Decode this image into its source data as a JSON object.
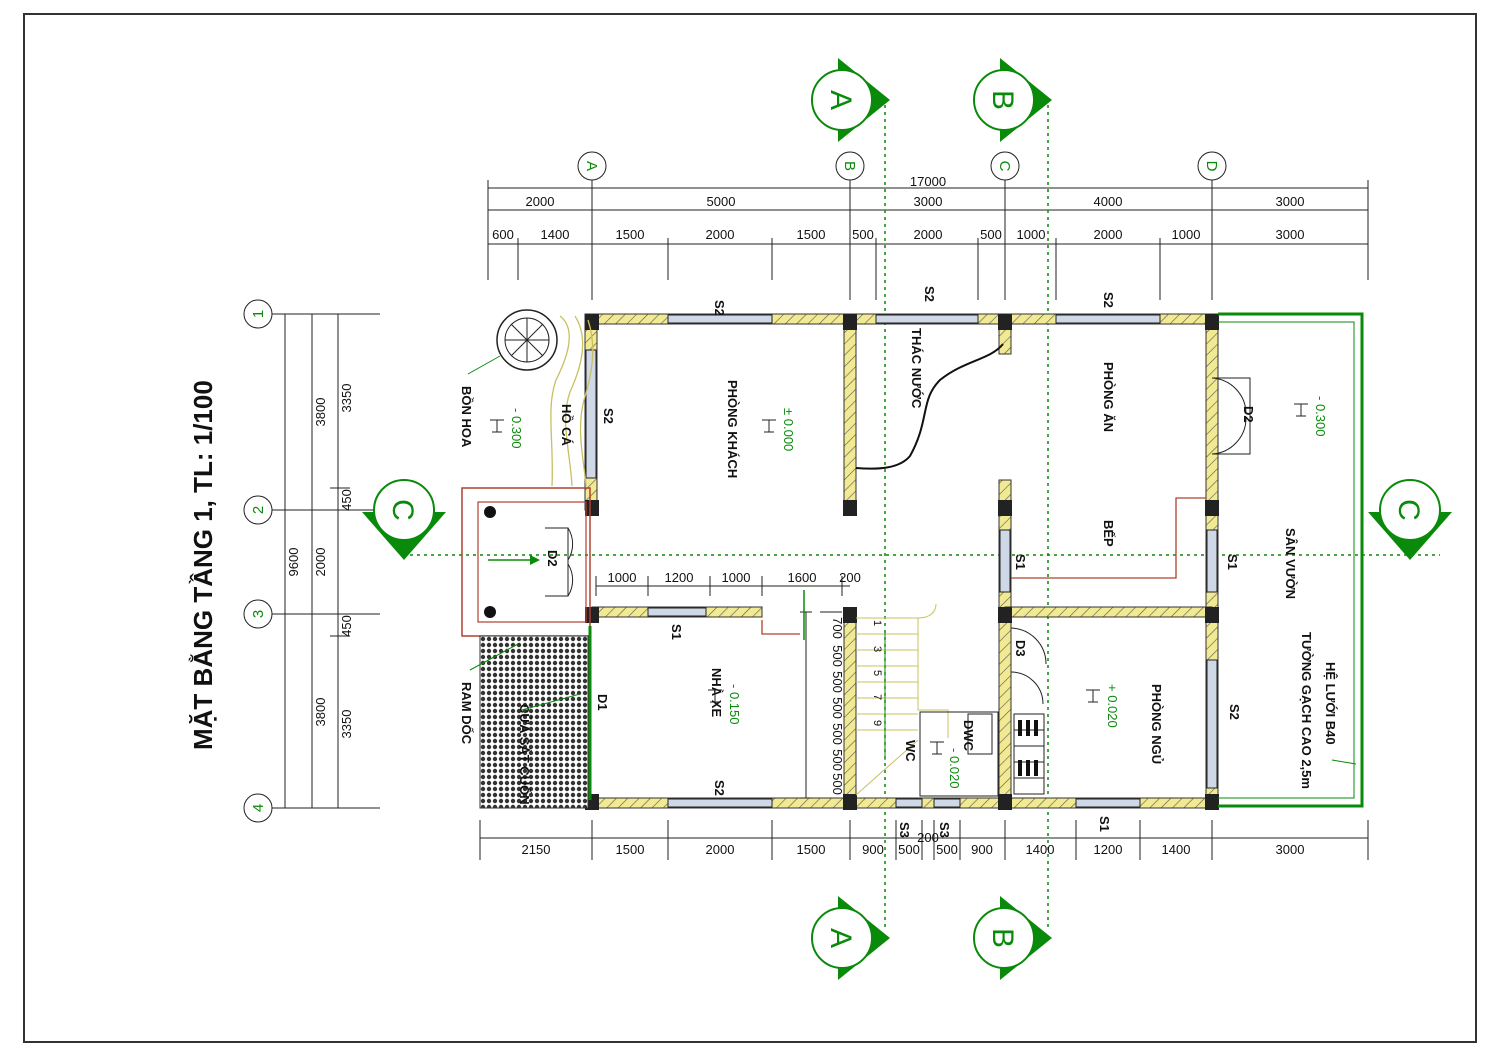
{
  "title": "MẶT BẰNG TẦNG 1, TL: 1/100",
  "grid_cols": [
    "A",
    "B",
    "C",
    "D"
  ],
  "grid_rows": [
    "1",
    "2",
    "3",
    "4"
  ],
  "section_marks": {
    "a": "A",
    "b": "B",
    "c": "C"
  },
  "top_dims": {
    "total": "17000",
    "row1": [
      "2000",
      "5000",
      "3000",
      "4000",
      "3000"
    ],
    "row2": [
      "600",
      "1400",
      "1500",
      "2000",
      "1500",
      "500",
      "2000",
      "500",
      "1000",
      "2000",
      "1000",
      "3000"
    ]
  },
  "bottom_dims": [
    "2150",
    "1500",
    "2000",
    "1500",
    "900",
    "500",
    "200",
    "500",
    "900",
    "1400",
    "1200",
    "1400",
    "3000"
  ],
  "left_dims": {
    "total": "9600",
    "outer": [
      "3800",
      "2000",
      "3800"
    ],
    "inner": [
      "3350",
      "450",
      "450",
      "3350"
    ]
  },
  "inner_dims": [
    "1000",
    "1200",
    "1000",
    "1600",
    "200"
  ],
  "stair_dims": [
    "700",
    "500",
    "500",
    "500",
    "500",
    "500",
    "500"
  ],
  "stair_steps": [
    "1",
    "3",
    "5",
    "7",
    "9"
  ],
  "rooms": {
    "phong_khach": "PHÒNG KHÁCH",
    "thac_nuoc": "THÁC NƯỚC",
    "phong_an": "PHÒNG ĂN",
    "bep": "BẾP",
    "nha_xe": "NHÀ XE",
    "phong_ngu": "PHÒNG NGỦ",
    "san_vuon": "SÂN VƯỜN",
    "wc": "WC",
    "dwc": "DWC",
    "ho_ca": "HỒ CÁ",
    "bon_hoa": "BỒN HOA",
    "ram_doc": "RAM DỐC",
    "cua_sat_cuon": "CỬA SẮT CUỐN"
  },
  "notes": {
    "he_luoi": "HỆ LƯỚI B40",
    "tuong_gach": "TƯỜNG GẠCH CAO 2,5m"
  },
  "levels": {
    "phong_khach": "± 0.000",
    "ho_ca": "- 0.300",
    "san_vuon": "- 0.300",
    "nha_xe": "- 0.150",
    "phong_ngu": "+ 0.020",
    "wc": "- 0.020"
  },
  "window_tags": {
    "s1": "S1",
    "s2": "S2",
    "s3": "S3",
    "d1": "D1",
    "d2": "D2",
    "d3": "D3"
  },
  "colors": {
    "wall": "#e8e07a",
    "green": "#0a8a0a",
    "red": "#b04030"
  }
}
